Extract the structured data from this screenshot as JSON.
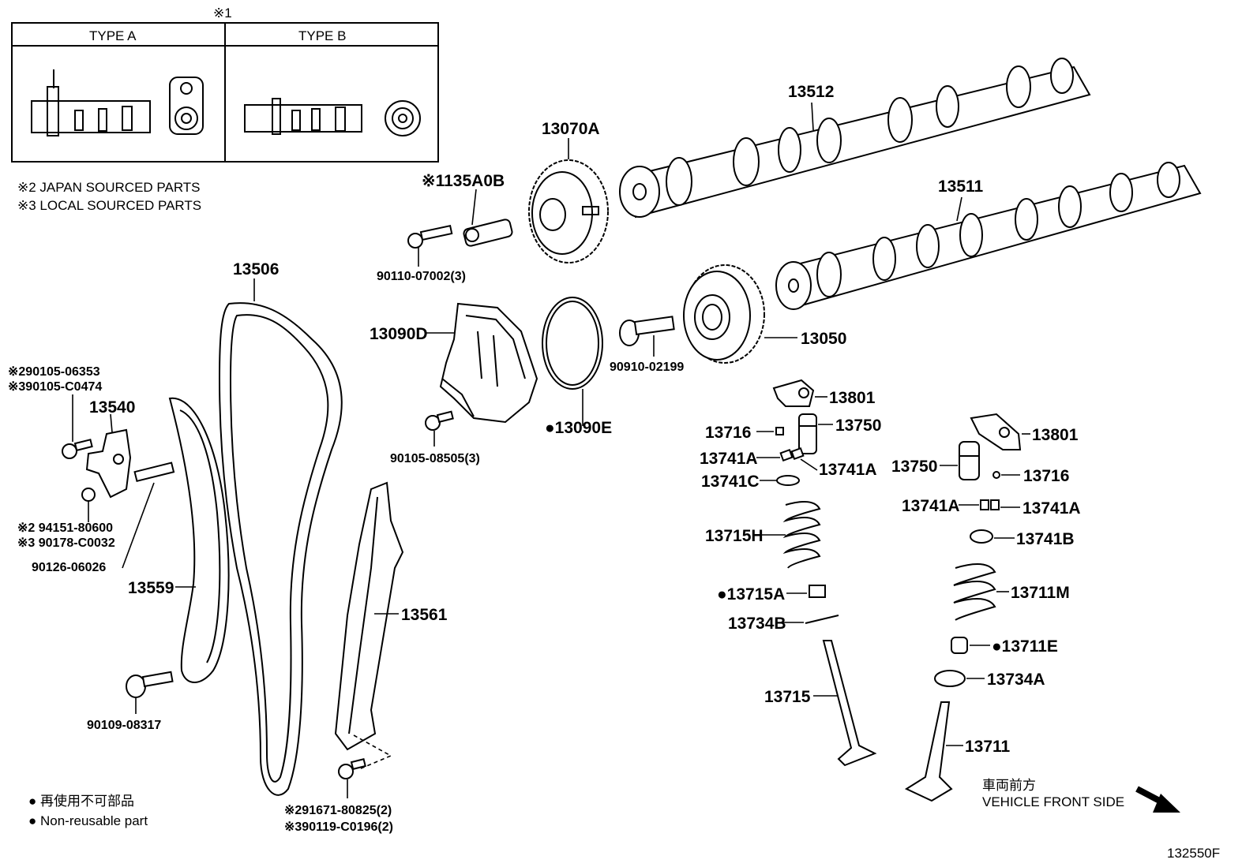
{
  "type_box": {
    "mark": "※1",
    "type_a": "TYPE A",
    "type_b": "TYPE B"
  },
  "notes": {
    "japan": "※2 JAPAN SOURCED PARTS",
    "local": "※3 LOCAL SOURCED PARTS"
  },
  "parts": {
    "p13512": "13512",
    "p13511": "13511",
    "p13070A": "13070A",
    "p135A0B": "※1135A0B",
    "p90110": "90110-07002(3)",
    "p13506": "13506",
    "p13090D": "13090D",
    "p90910": "90910-02199",
    "p13050": "13050",
    "p13090E": "●13090E",
    "p90105": "90105-08505(3)",
    "p290105": "※290105-06353",
    "p390105": "※390105-C0474",
    "p13540": "13540",
    "p94151": "※2 94151-80600",
    "p90178": "※3 90178-C0032",
    "p90126": "90126-06026",
    "p13559": "13559",
    "p13561": "13561",
    "p90109": "90109-08317",
    "p291671": "※291671-80825(2)",
    "p390119": "※390119-C0196(2)",
    "p13801a": "13801",
    "p13716a": "13716",
    "p13750a": "13750",
    "p13741Aa": "13741A",
    "p13741Ab": "13741A",
    "p13741C": "13741C",
    "p13715H": "13715H",
    "p13715A": "●13715A",
    "p13734B": "13734B",
    "p13715": "13715",
    "p13801b": "13801",
    "p13750b": "13750",
    "p13716b": "13716",
    "p13741Ac": "13741A",
    "p13741Ad": "13741A",
    "p13741B": "13741B",
    "p13711M": "13711M",
    "p13711E": "●13711E",
    "p13734A": "13734A",
    "p13711": "13711"
  },
  "legend": {
    "jp": "● 再使用不可部品",
    "en": "● Non-reusable part"
  },
  "direction": {
    "jp": "車両前方",
    "en": "VEHICLE FRONT SIDE"
  },
  "figure_id": "132550F"
}
